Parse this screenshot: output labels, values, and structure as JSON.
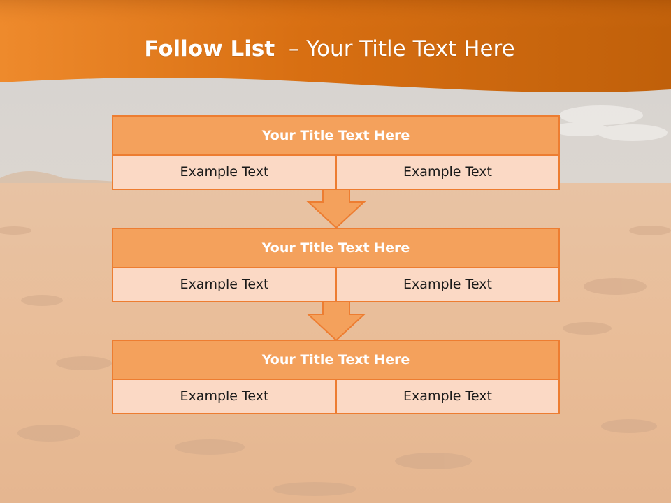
{
  "slide": {
    "title_bold": "Follow List",
    "title_rest": "  – Your Title Text Here"
  },
  "blocks": [
    {
      "title": "Your Title Text Here",
      "left": "Example Text",
      "right": "Example Text"
    },
    {
      "title": "Your Title Text Here",
      "left": "Example Text",
      "right": "Example Text"
    },
    {
      "title": "Your Title Text Here",
      "left": "Example Text",
      "right": "Example Text"
    }
  ],
  "colors": {
    "accent": "#ed7d31",
    "banner": "#e8720c",
    "title_fill": "#f4a15c",
    "cell_fill": "#fbd9c5"
  }
}
